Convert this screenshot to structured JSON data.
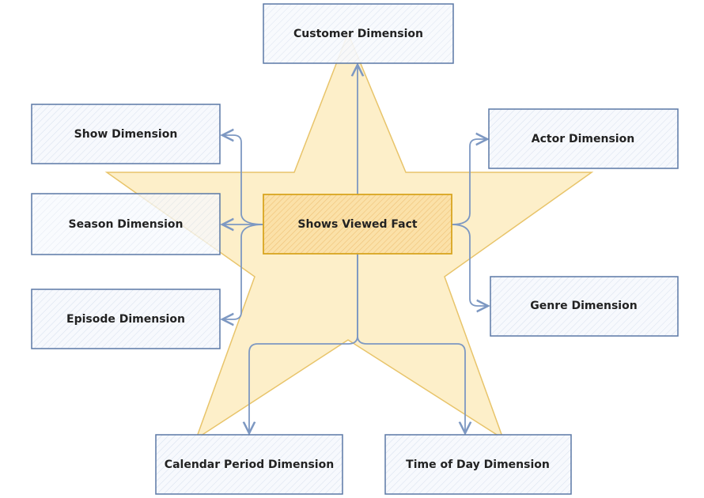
{
  "diagram": {
    "fact": {
      "label": "Shows Viewed Fact"
    },
    "dimensions": {
      "customer": "Customer Dimension",
      "show": "Show Dimension",
      "actor": "Actor Dimension",
      "season": "Season Dimension",
      "genre": "Genre Dimension",
      "episode": "Episode Dimension",
      "calendar": "Calendar Period Dimension",
      "time": "Time of Day Dimension"
    },
    "colors": {
      "star": "#fdecc0",
      "star_stroke": "#e8c46a",
      "fact_fill": "#f8d99a",
      "fact_stroke": "#d9a520",
      "dim_stroke": "#5b78a6",
      "connector": "#7d98c2"
    }
  }
}
